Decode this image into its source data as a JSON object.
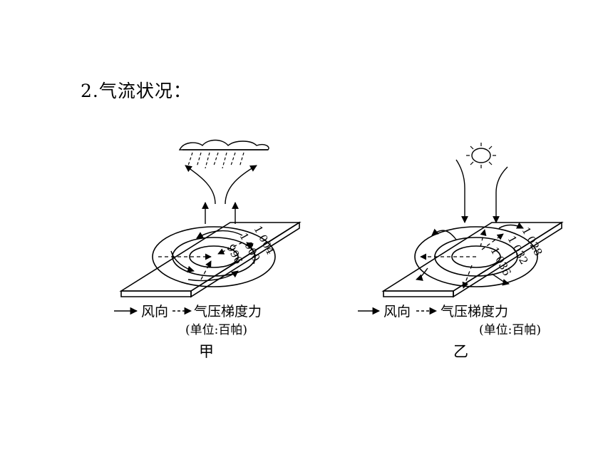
{
  "heading": "2.气流状况：",
  "legend_wind": "风向",
  "legend_pgf": "气压梯度力",
  "unit_label": "(单位:百帕)",
  "left": {
    "caption": "甲",
    "isobars": [
      "996",
      "1 000",
      "1 004"
    ]
  },
  "right": {
    "caption": "乙",
    "isobars": [
      "1 036",
      "1 032",
      "1 028"
    ]
  }
}
